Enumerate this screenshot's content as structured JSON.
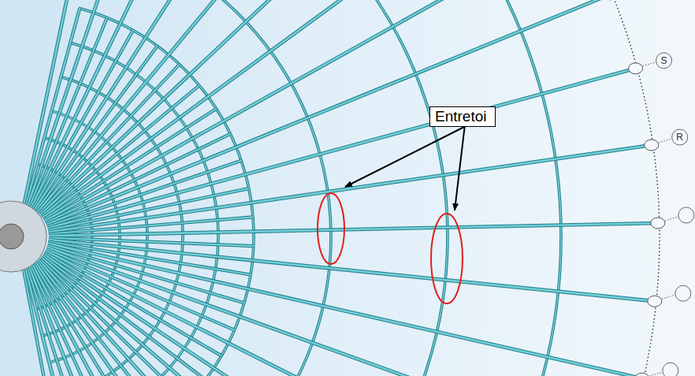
{
  "diagram": {
    "nodes": [
      {
        "text": [
          "Entretoi"
        ]
      }
    ],
    "labels": [
      "S",
      "R"
    ]
  }
}
